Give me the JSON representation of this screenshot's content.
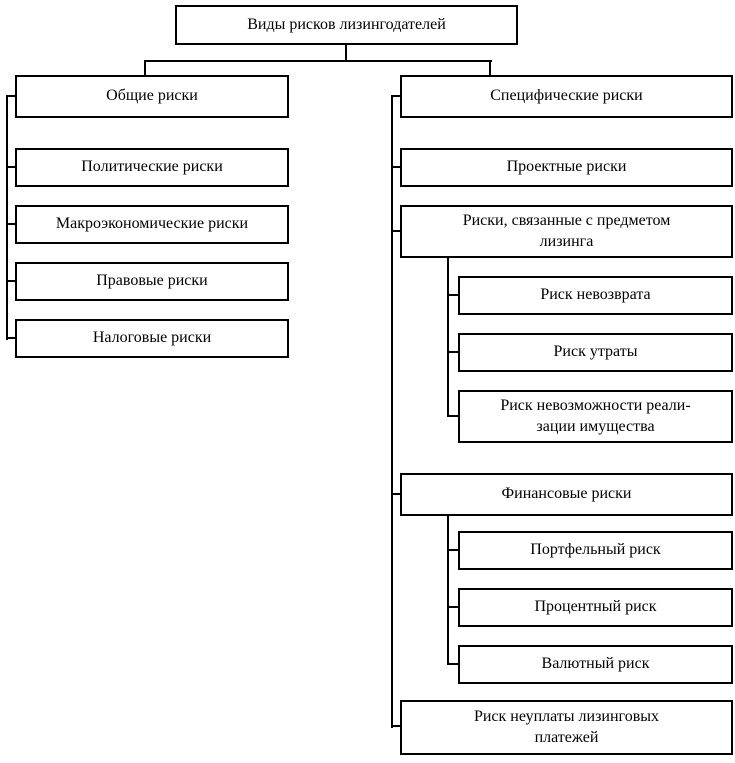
{
  "diagram": {
    "root": {
      "label": "Виды рисков лизингодателей"
    },
    "general": {
      "label": "Общие риски",
      "children": [
        {
          "label": "Политические риски"
        },
        {
          "label": "Макроэкономические риски"
        },
        {
          "label": "Правовые риски"
        },
        {
          "label": "Налоговые риски"
        }
      ]
    },
    "specific": {
      "label": "Специфические риски",
      "children": [
        {
          "label": "Проектные риски"
        },
        {
          "label": "Риски, связанные с предметом\nлизинга",
          "children": [
            {
              "label": "Риск невозврата"
            },
            {
              "label": "Риск утраты"
            },
            {
              "label": "Риск невозможности реали-\nзации имущества"
            }
          ]
        },
        {
          "label": "Финансовые риски",
          "children": [
            {
              "label": "Портфельный риск"
            },
            {
              "label": "Процентный риск"
            },
            {
              "label": "Валютный риск"
            }
          ]
        },
        {
          "label": "Риск неуплаты лизинговых\nплатежей"
        }
      ]
    }
  }
}
